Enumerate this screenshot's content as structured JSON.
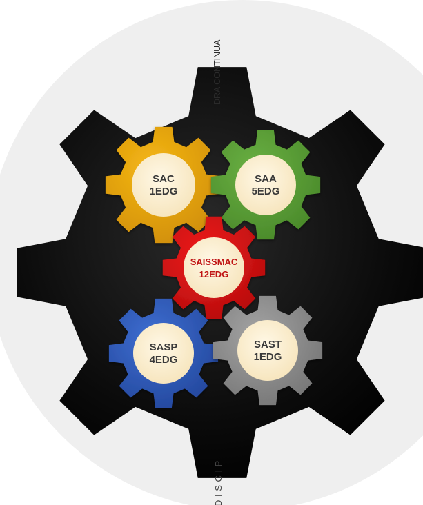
{
  "diagram": {
    "outer_text_top": "DRA CONTINUA",
    "outer_text_bottom": "DISCIP",
    "gears": [
      {
        "id": "sac",
        "line1": "SAC",
        "line2": "1EDG",
        "color": "#f5b716",
        "dark": "#d18f06",
        "text_color": "#3a3a3a"
      },
      {
        "id": "saa",
        "line1": "SAA",
        "line2": "5EDG",
        "color": "#6ab043",
        "dark": "#4a8a2a",
        "text_color": "#3a3a3a"
      },
      {
        "id": "saissmac",
        "line1": "SAISSMAC",
        "line2": "12EDG",
        "color": "#ee1c1c",
        "dark": "#b80d0d",
        "text_color": "#c01414"
      },
      {
        "id": "sasp",
        "line1": "SASP",
        "line2": "4EDG",
        "color": "#3e6ed1",
        "dark": "#24489e",
        "text_color": "#3a3a3a"
      },
      {
        "id": "sast",
        "line1": "SAST",
        "line2": "1EDG",
        "color": "#a3a3a3",
        "dark": "#777777",
        "text_color": "#3a3a3a"
      }
    ],
    "center_fill": "#fbefd2",
    "big_gear_color": "#0b0b0b"
  }
}
